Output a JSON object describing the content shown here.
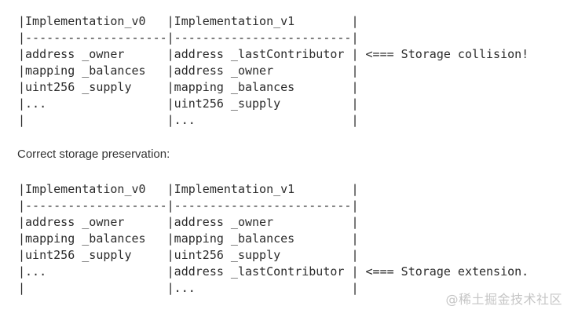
{
  "colors": {
    "background": "#ffffff",
    "text": "#2b2b2b",
    "caption": "#333333",
    "watermark": "#c5c5c5"
  },
  "diagram": {
    "collision_table": {
      "annotation": "<=== Storage collision!",
      "lines": [
        "|Implementation_v0   |Implementation_v1        |",
        "|--------------------|-------------------------|",
        "|address _owner      |address _lastContributor | <=== Storage collision!",
        "|mapping _balances   |address _owner           |",
        "|uint256 _supply     |mapping _balances        |",
        "|...                 |uint256 _supply          |",
        "|                    |...                      |"
      ]
    },
    "caption": "Correct storage preservation:",
    "preservation_table": {
      "annotation": "<=== Storage extension.",
      "lines": [
        "|Implementation_v0   |Implementation_v1        |",
        "|--------------------|-------------------------|",
        "|address _owner      |address _owner           |",
        "|mapping _balances   |mapping _balances        |",
        "|uint256 _supply     |uint256 _supply          |",
        "|...                 |address _lastContributor | <=== Storage extension.",
        "|                    |...                      |"
      ]
    }
  },
  "watermark": {
    "text": "@稀土掘金技术社区"
  }
}
